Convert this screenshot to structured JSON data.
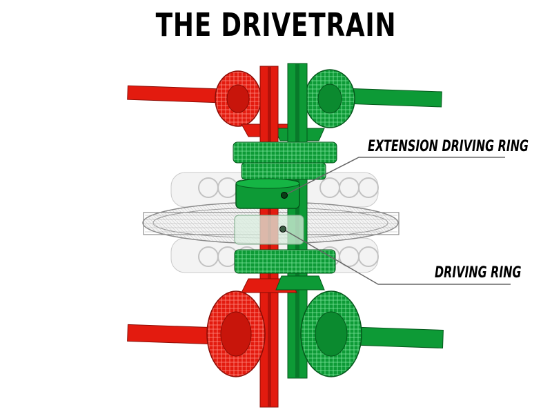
{
  "title": "THE DRIVETRAIN",
  "labels": {
    "extension_driving_ring": "EXTENSION DRIVING RING",
    "driving_ring": "DRIVING RING"
  },
  "colors": {
    "red": "#e31b0f",
    "red_dark": "#a30f08",
    "green": "#0d9a36",
    "green_dark": "#05641f",
    "ghost": "#bdbdbd",
    "ink": "#000000"
  }
}
